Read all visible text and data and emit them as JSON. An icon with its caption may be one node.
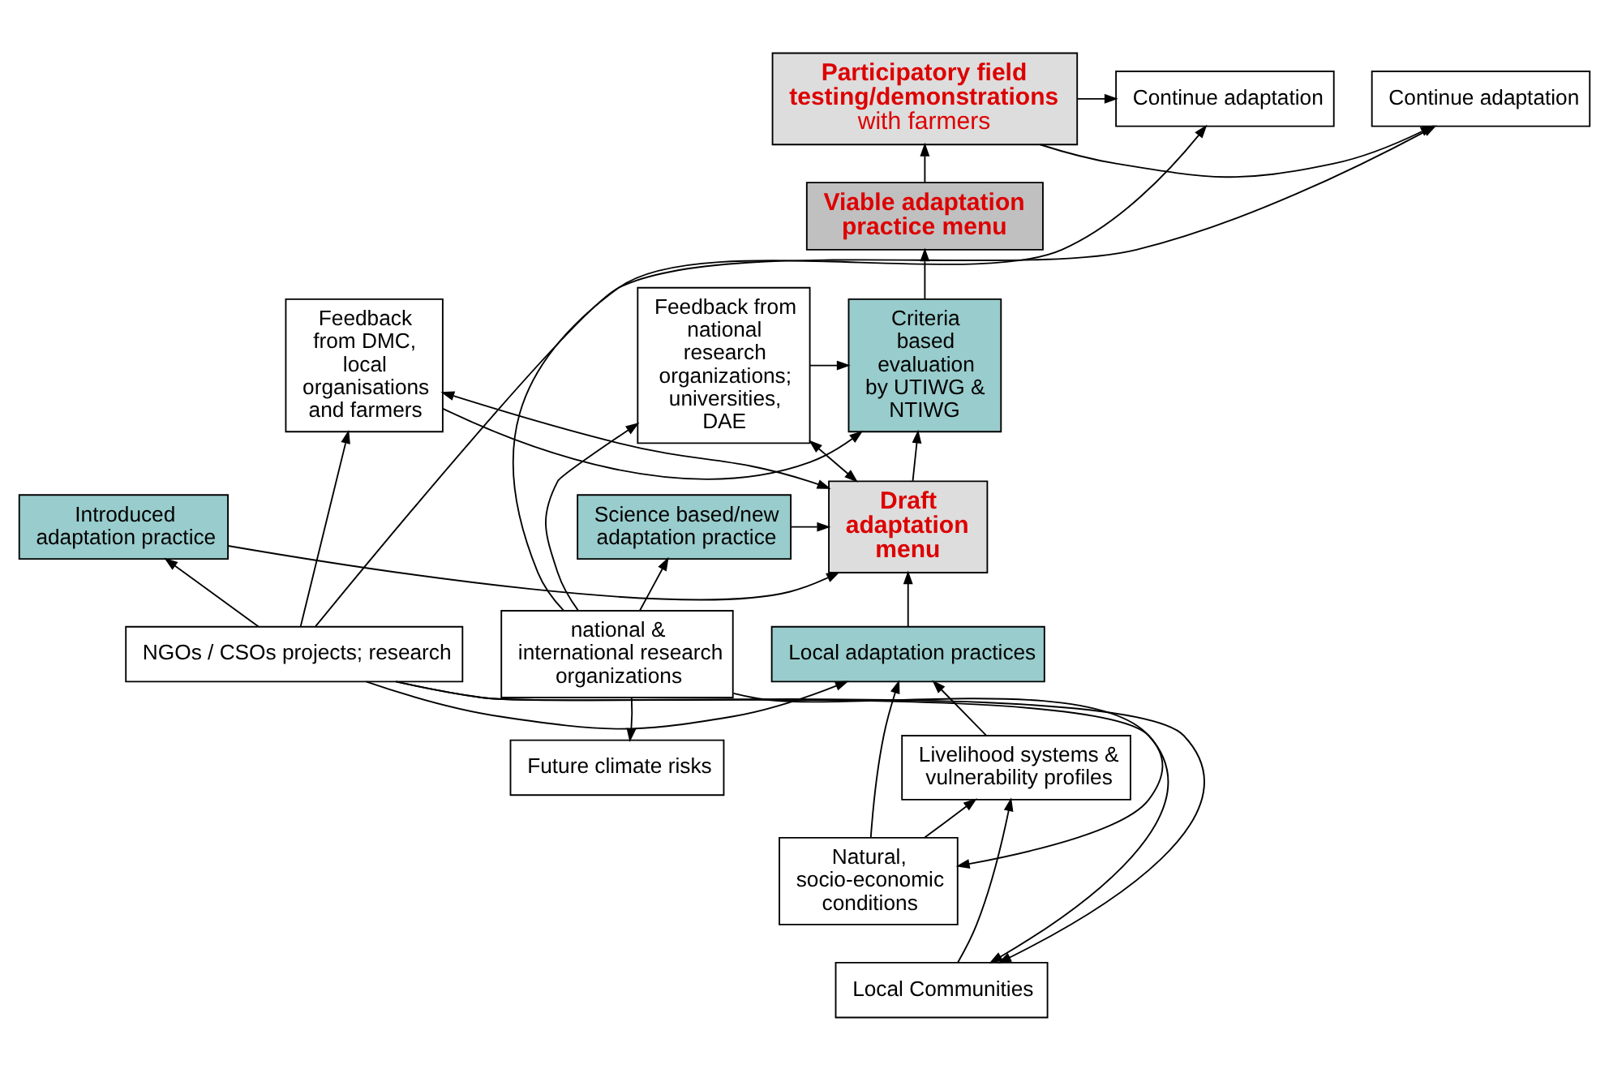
{
  "diagram": {
    "nodes": [
      {
        "text": [
          "Participatory field testing/demonstrations",
          "with farmers"
        ]
      },
      {
        "text": [
          "Continue adaptation"
        ]
      },
      {
        "text": [
          "Continue adaptation"
        ]
      },
      {
        "text": [
          "Viable adaptation practice menu"
        ]
      },
      {
        "text": [
          "Criteria based evaluation by UTIWG & NTIWG"
        ]
      },
      {
        "text": [
          "Feedback from national research organizations; universities, DAE"
        ]
      },
      {
        "text": [
          "Feedback from DMC, local organisations and farmers"
        ]
      },
      {
        "text": [
          "Draft adaptation menu"
        ]
      },
      {
        "text": [
          "Science based/new adaptation practice"
        ]
      },
      {
        "text": [
          "Introduced adaptation practice"
        ]
      },
      {
        "text": [
          "national & international research organizations"
        ]
      },
      {
        "text": [
          "Local adaptation practices"
        ]
      },
      {
        "text": [
          "NGOs / CSOs projects; research"
        ]
      },
      {
        "text": [
          "Future climate risks"
        ]
      },
      {
        "text": [
          "Livelihood systems & vulnerability profiles"
        ]
      },
      {
        "text": [
          "Natural, socio-economic conditions"
        ]
      },
      {
        "text": [
          "Local Communities"
        ]
      }
    ],
    "edges": [
      {
        "from": 0,
        "to": 1,
        "arrow": "to"
      },
      {
        "from": 0,
        "to": 2,
        "arrow": "to"
      },
      {
        "from": 3,
        "to": 0,
        "arrow": "to"
      },
      {
        "from": 4,
        "to": 3,
        "arrow": "to"
      },
      {
        "from": 5,
        "to": 4,
        "arrow": "to"
      },
      {
        "from": 6,
        "to": 4,
        "arrow": "to"
      },
      {
        "from": 7,
        "to": 4,
        "arrow": "to"
      },
      {
        "from": 7,
        "to": 5,
        "arrow": "both"
      },
      {
        "from": 7,
        "to": 6,
        "arrow": "both"
      },
      {
        "from": 8,
        "to": 7,
        "arrow": "to"
      },
      {
        "from": 9,
        "to": 7,
        "arrow": "to"
      },
      {
        "from": 11,
        "to": 7,
        "arrow": "to"
      },
      {
        "from": 10,
        "to": 5,
        "arrow": "to"
      },
      {
        "from": 10,
        "to": 8,
        "arrow": "to"
      },
      {
        "from": 10,
        "to": 13,
        "arrow": "to"
      },
      {
        "from": 10,
        "to": 1,
        "arrow": "to"
      },
      {
        "from": 10,
        "to": 16,
        "arrow": "to"
      },
      {
        "from": 12,
        "to": 6,
        "arrow": "to"
      },
      {
        "from": 12,
        "to": 9,
        "arrow": "to"
      },
      {
        "from": 12,
        "to": 11,
        "arrow": "to"
      },
      {
        "from": 12,
        "to": 15,
        "arrow": "to"
      },
      {
        "from": 12,
        "to": 2,
        "arrow": "to"
      },
      {
        "from": 12,
        "to": 16,
        "arrow": "to"
      },
      {
        "from": 14,
        "to": 11,
        "arrow": "to"
      },
      {
        "from": 15,
        "to": 11,
        "arrow": "to"
      },
      {
        "from": 15,
        "to": 14,
        "arrow": "to"
      },
      {
        "from": 16,
        "to": 14,
        "arrow": "to"
      }
    ]
  }
}
